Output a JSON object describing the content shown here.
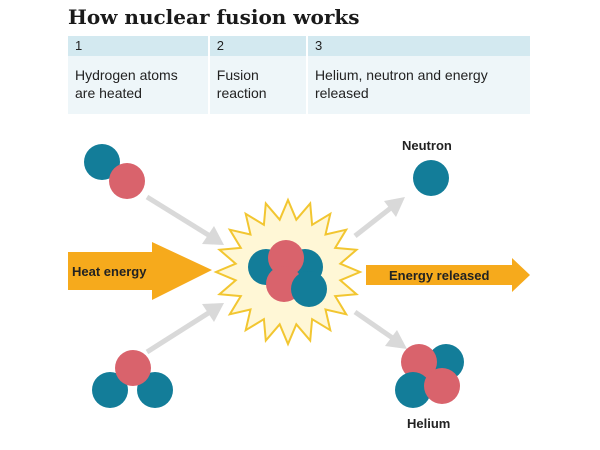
{
  "title": "How nuclear fusion works",
  "steps": [
    {
      "number": "1",
      "text_lines": [
        "Hydrogen atoms",
        "are heated"
      ]
    },
    {
      "number": "2",
      "text_lines": [
        "Fusion",
        "reaction"
      ]
    },
    {
      "number": "3",
      "text_lines": [
        "Helium, neutron and energy",
        "released"
      ]
    }
  ],
  "labels": {
    "heat_energy": "Heat energy",
    "energy_released": "Energy released",
    "neutron": "Neutron",
    "helium": "Helium"
  },
  "colors": {
    "proton": "#d9636c",
    "neutron": "#137d99",
    "energy_arrow": "#f6aa1c",
    "path_arrow": "#d9d9d9",
    "burst_fill": "#fff7d6",
    "burst_stroke": "#f2c631",
    "step_header": "#d3e9f0",
    "step_body": "#eef6f9"
  }
}
